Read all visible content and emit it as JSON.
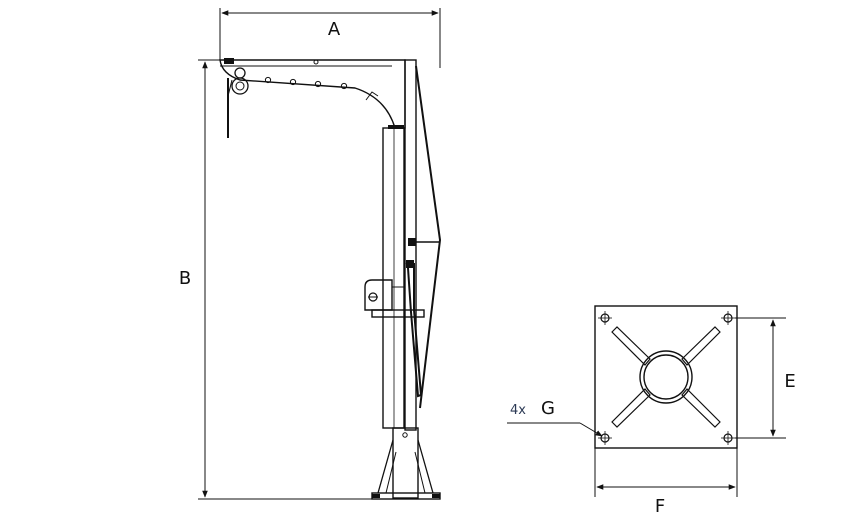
{
  "dimensions": {
    "a": "A",
    "b": "B",
    "e": "E",
    "f": "F",
    "g": "G",
    "hole_count": "4x"
  }
}
